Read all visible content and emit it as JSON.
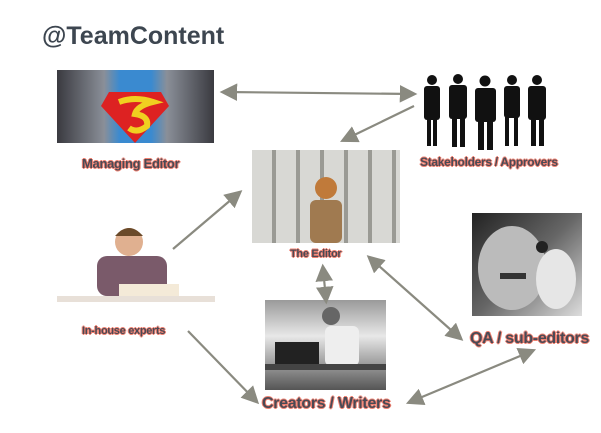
{
  "title": "@TeamContent",
  "roles": {
    "managing_editor": "Managing Editor",
    "stakeholders": "Stakeholders / Approvers",
    "editor": "The Editor",
    "inhouse": "In-house experts",
    "qa": "QA / sub-editors",
    "writers": "Creators / Writers"
  },
  "colors": {
    "arrow": "#8a8a80",
    "label_outline": "#f08070",
    "label_text": "#4a4a55"
  }
}
